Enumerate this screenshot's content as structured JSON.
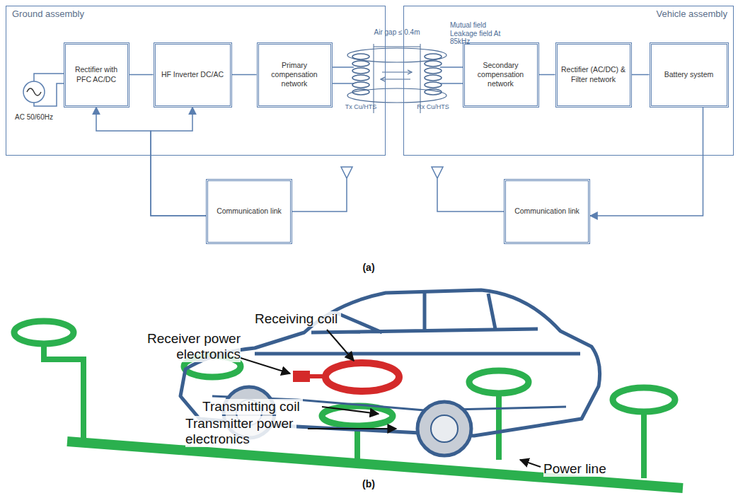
{
  "diagram": {
    "nodes": [
      {
        "text": [
          "Ground assembly"
        ]
      },
      {
        "text": [
          "Rectifier with PFC AC/DC"
        ],
        "in": 0
      },
      {
        "text": [
          "HF Inverter DC/AC"
        ],
        "in": 0
      },
      {
        "text": [
          "Primary compensation network"
        ],
        "in": 0
      },
      {
        "text": [
          "Vehicle assembly"
        ]
      },
      {
        "text": [
          "Secondary compensation network"
        ],
        "in": 4
      },
      {
        "text": [
          "Rectifier (AC/DC) & Filter network"
        ],
        "in": 4
      },
      {
        "text": [
          "Battery system"
        ],
        "in": 4
      },
      {
        "text": [
          "Communication link"
        ]
      },
      {
        "text": [
          "Communication link"
        ]
      }
    ],
    "edges": [
      {
        "from": 1,
        "to": 2,
        "arrow": "none"
      },
      {
        "from": 2,
        "to": 3,
        "arrow": "none"
      },
      {
        "from": 5,
        "to": 6,
        "arrow": "none"
      },
      {
        "from": 6,
        "to": 7,
        "arrow": "none"
      },
      {
        "from": 8,
        "to": 1,
        "arrow": "to"
      },
      {
        "from": 8,
        "to": 2,
        "arrow": "to"
      },
      {
        "from": 7,
        "to": 9,
        "arrow": "to"
      }
    ],
    "labels": [
      "AC 50/60Hz",
      "Air gap ≤ 0.4m",
      "Mutual field Leakage field At 85kHz",
      "Tx Cu/HTS",
      "Rx Cu/HTS",
      "(a)",
      "Receiving coil",
      "Receiver power electronics",
      "Transmitting coil",
      "Transmitter power electronics",
      "Power line",
      "(b)"
    ]
  }
}
